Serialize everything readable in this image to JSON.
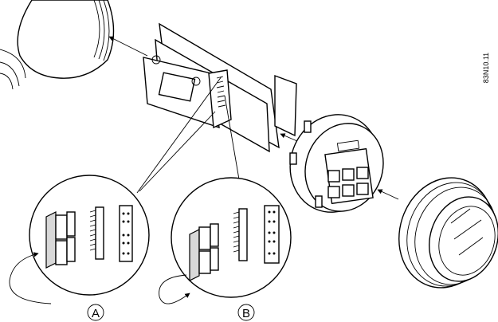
{
  "figure": {
    "doc_code": "83N10.11",
    "callouts": [
      {
        "id": "a",
        "letter": "A"
      },
      {
        "id": "b",
        "letter": "B"
      }
    ]
  },
  "colors": {
    "line": "#000000",
    "fill": "#ffffff",
    "tab": "#d8d8d8"
  }
}
